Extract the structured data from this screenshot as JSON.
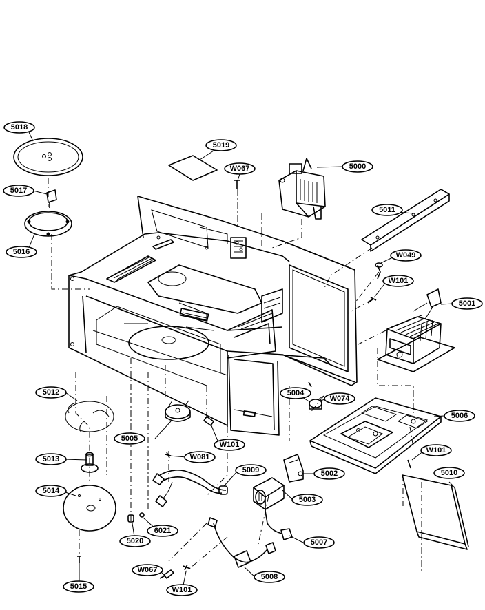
{
  "diagram": {
    "parts": {
      "p5018": "5018",
      "p5019": "5019",
      "pW067a": "W067",
      "p5000": "5000",
      "p5017": "5017",
      "p5011": "5011",
      "p5016a": "5016",
      "pW049": "W049",
      "pW101a": "W101",
      "p5001": "5001",
      "p5012": "5012",
      "p5004": "5004",
      "pW074": "W074",
      "p5006": "5006",
      "p5005": "5005",
      "pW101b": "W101",
      "pW081": "W081",
      "p5013": "5013",
      "pW101c": "W101",
      "p5009": "5009",
      "p5002": "5002",
      "p5010": "5010",
      "p5014": "5014",
      "p5003": "5003",
      "p6021": "6021",
      "p5020": "5020",
      "p5007": "5007",
      "pW067b": "W067",
      "p5008": "5008",
      "p5015": "5015",
      "pW101d": "W101"
    }
  }
}
